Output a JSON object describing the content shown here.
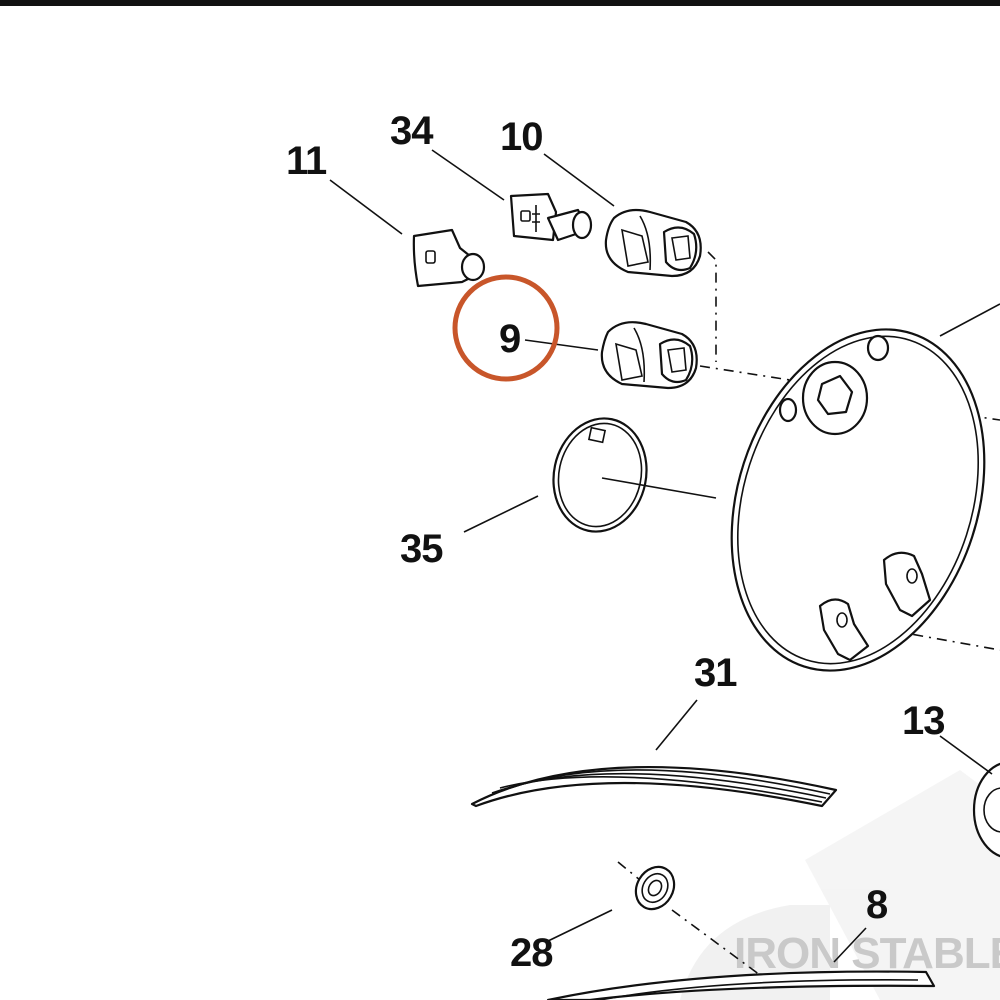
{
  "callouts": {
    "c11": "11",
    "c34": "34",
    "c10": "10",
    "c9": "9",
    "c35": "35",
    "c31": "31",
    "c13": "13",
    "c28": "28",
    "c8": "8"
  },
  "highlight": {
    "callout": "9",
    "color": "#c8562a"
  },
  "watermark": {
    "text": "IRON STABLE",
    "color": "#c9c9c9"
  },
  "colors": {
    "line": "#111111",
    "background": "#ffffff",
    "top_border": "#111111"
  }
}
